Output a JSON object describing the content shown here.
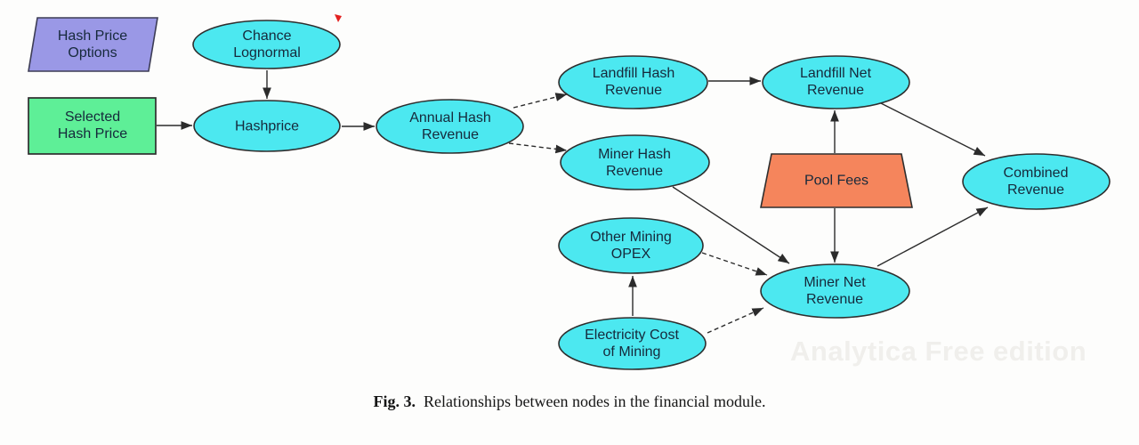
{
  "colors": {
    "background": "#fdfdfc",
    "node_fill": "#4ce8f0",
    "decision_fill": "#5eef97",
    "index_fill": "#9a98e6",
    "constant_fill": "#f5855c",
    "node_border": "#2e2e2e",
    "node_text": "#16293b",
    "arrow": "#2b2b2b",
    "watermark": "#f0efec",
    "annotation_red": "#e3201f"
  },
  "diagram": {
    "nodes": {
      "hash_price_options": {
        "label": "Hash Price\nOptions",
        "shape": "parallelogram"
      },
      "selected_hash_price": {
        "label": "Selected\nHash Price",
        "shape": "rectangle"
      },
      "chance_lognormal": {
        "label": "Chance\nLognormal",
        "shape": "ellipse"
      },
      "hashprice": {
        "label": "Hashprice",
        "shape": "ellipse"
      },
      "annual_hash_revenue": {
        "label": "Annual Hash\nRevenue",
        "shape": "ellipse"
      },
      "landfill_hash_revenue": {
        "label": "Landfill Hash\nRevenue",
        "shape": "ellipse"
      },
      "miner_hash_revenue": {
        "label": "Miner Hash\nRevenue",
        "shape": "ellipse"
      },
      "landfill_net_revenue": {
        "label": "Landfill Net\nRevenue",
        "shape": "ellipse"
      },
      "pool_fees": {
        "label": "Pool Fees",
        "shape": "trapezoid"
      },
      "other_mining_opex": {
        "label": "Other Mining\nOPEX",
        "shape": "ellipse"
      },
      "electricity_cost_of_mining": {
        "label": "Electricity Cost\nof Mining",
        "shape": "ellipse"
      },
      "miner_net_revenue": {
        "label": "Miner Net\nRevenue",
        "shape": "ellipse"
      },
      "combined_revenue": {
        "label": "Combined\nRevenue",
        "shape": "ellipse"
      }
    },
    "edges": [
      {
        "from": "Chance Lognormal",
        "to": "Hashprice",
        "style": "solid"
      },
      {
        "from": "Selected Hash Price",
        "to": "Hashprice",
        "style": "solid"
      },
      {
        "from": "Hashprice",
        "to": "Annual Hash Revenue",
        "style": "solid"
      },
      {
        "from": "Annual Hash Revenue",
        "to": "Landfill Hash Revenue",
        "style": "dashed"
      },
      {
        "from": "Annual Hash Revenue",
        "to": "Miner Hash Revenue",
        "style": "dashed"
      },
      {
        "from": "Landfill Hash Revenue",
        "to": "Landfill Net Revenue",
        "style": "solid"
      },
      {
        "from": "Pool Fees",
        "to": "Landfill Net Revenue",
        "style": "solid"
      },
      {
        "from": "Pool Fees",
        "to": "Miner Net Revenue",
        "style": "solid"
      },
      {
        "from": "Miner Hash Revenue",
        "to": "Miner Net Revenue",
        "style": "solid"
      },
      {
        "from": "Other Mining OPEX",
        "to": "Miner Net Revenue",
        "style": "dashed"
      },
      {
        "from": "Electricity Cost of Mining",
        "to": "Other Mining OPEX",
        "style": "solid"
      },
      {
        "from": "Electricity Cost of Mining",
        "to": "Miner Net Revenue",
        "style": "dashed"
      },
      {
        "from": "Landfill Net Revenue",
        "to": "Combined Revenue",
        "style": "solid"
      },
      {
        "from": "Miner Net Revenue",
        "to": "Combined Revenue",
        "style": "solid"
      }
    ],
    "watermark": "Analytica Free edition"
  },
  "caption": {
    "label": "Fig. 3.",
    "text": "Relationships between nodes in the financial module."
  }
}
